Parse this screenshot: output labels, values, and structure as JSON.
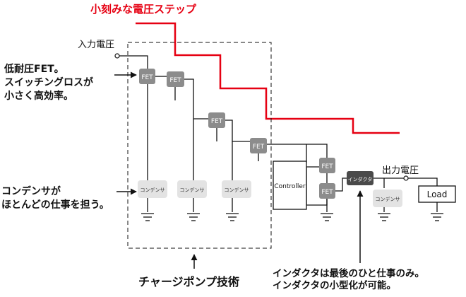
{
  "title": "小刻みな電圧ステップ",
  "input_voltage_label": "入力電圧",
  "output_voltage_label": "出力電圧",
  "fet_label": "FET",
  "capacitor_label": "コンデンサ",
  "controller_label": "Controller",
  "inductor_label": "インダクタ",
  "load_label": "Load",
  "callout_fet": [
    "低耐圧FET。",
    "スイッチングロスが",
    "小さく高効率。"
  ],
  "callout_capacitor": [
    "コンデンサが",
    "ほとんどの仕事を担う。"
  ],
  "callout_charge_pump": "チャージポンプ技術",
  "callout_inductor": [
    "インダクタは最後のひと仕事のみ。",
    "インダクタの小型化が可能。"
  ],
  "colors": {
    "accent_red": "#e60012",
    "fet_fill": "#8c8c8c",
    "capacitor_fill": "#e3e3e3",
    "inductor_fill": "#4a4a4a",
    "line": "#111111"
  }
}
